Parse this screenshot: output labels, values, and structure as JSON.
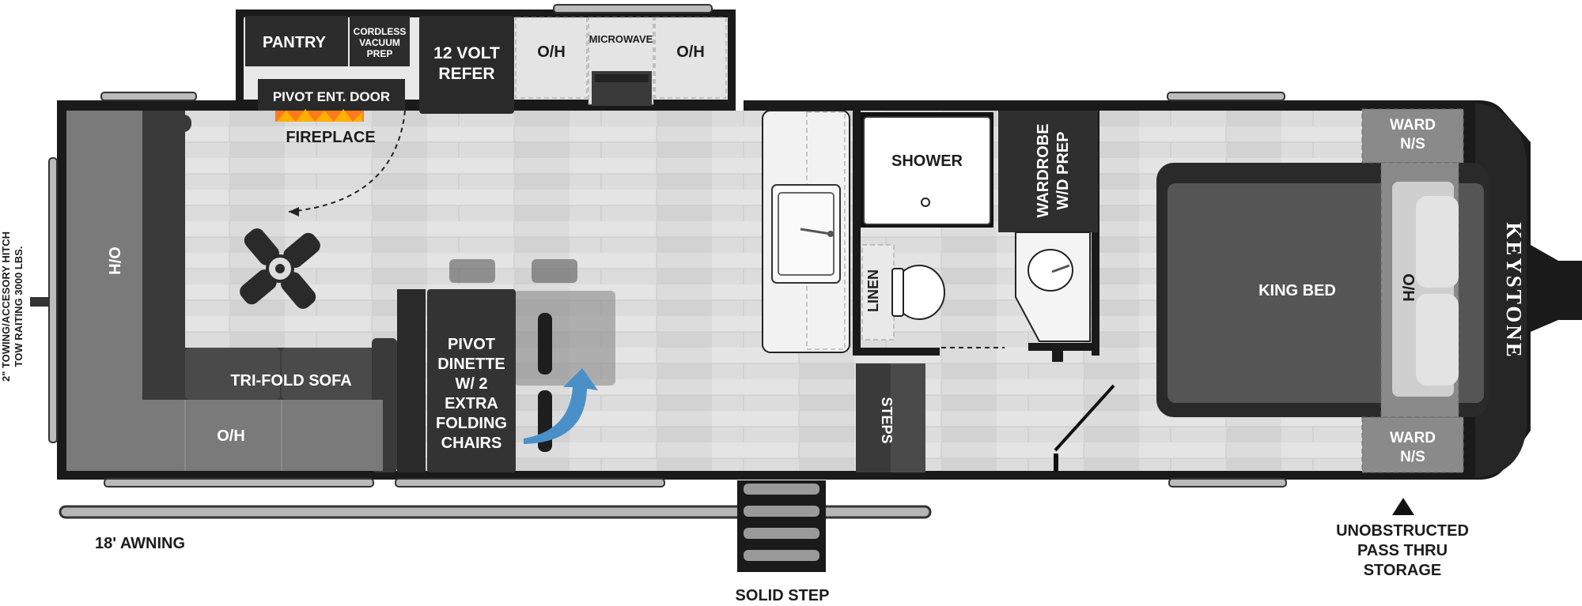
{
  "colors": {
    "wall": "#1a1a1a",
    "floor": "#d9d9d9",
    "sofa": "#6b6b6b",
    "cabinet": "#4a4a4a",
    "bed": "#555555",
    "accent_arrow": "#4a90c8",
    "fire": "#ff7a1a"
  },
  "labels": {
    "pantry": "PANTRY",
    "cordless_vacuum_1": "CORDLESS",
    "cordless_vacuum_2": "VACUUM",
    "cordless_vacuum_3": "PREP",
    "refer_1": "12 VOLT",
    "refer_2": "REFER",
    "oh_left": "O/H",
    "microwave": "MICROWAVE",
    "oh_right": "O/H",
    "pivot_door": "PIVOT ENT. DOOR",
    "fireplace": "FIREPLACE",
    "oh_side": "O/H",
    "sofa": "TRI-FOLD SOFA",
    "oh_bottom": "O/H",
    "dinette_1": "PIVOT",
    "dinette_2": "DINETTE",
    "dinette_3": "W/ 2",
    "dinette_4": "EXTRA",
    "dinette_5": "FOLDING",
    "dinette_6": "CHAIRS",
    "shower": "SHOWER",
    "wardrobe_1": "WARDROBE",
    "wardrobe_2": "W/D PREP",
    "linen": "LINEN",
    "steps": "STEPS",
    "king_bed": "KING BED",
    "oh_bed": "H/O",
    "ward_top_1": "WARD",
    "ward_top_2": "N/S",
    "ward_bottom_1": "WARD",
    "ward_bottom_2": "N/S",
    "brand": "KEYSTONE",
    "hitch_1": "2\" TOWING/ACCESORY HITCH",
    "hitch_2": "TOW RAITING 3000 LBS.",
    "awning": "18' AWNING",
    "solid_step": "SOLID STEP",
    "storage_1": "UNOBSTRUCTED",
    "storage_2": "PASS THRU",
    "storage_3": "STORAGE"
  }
}
